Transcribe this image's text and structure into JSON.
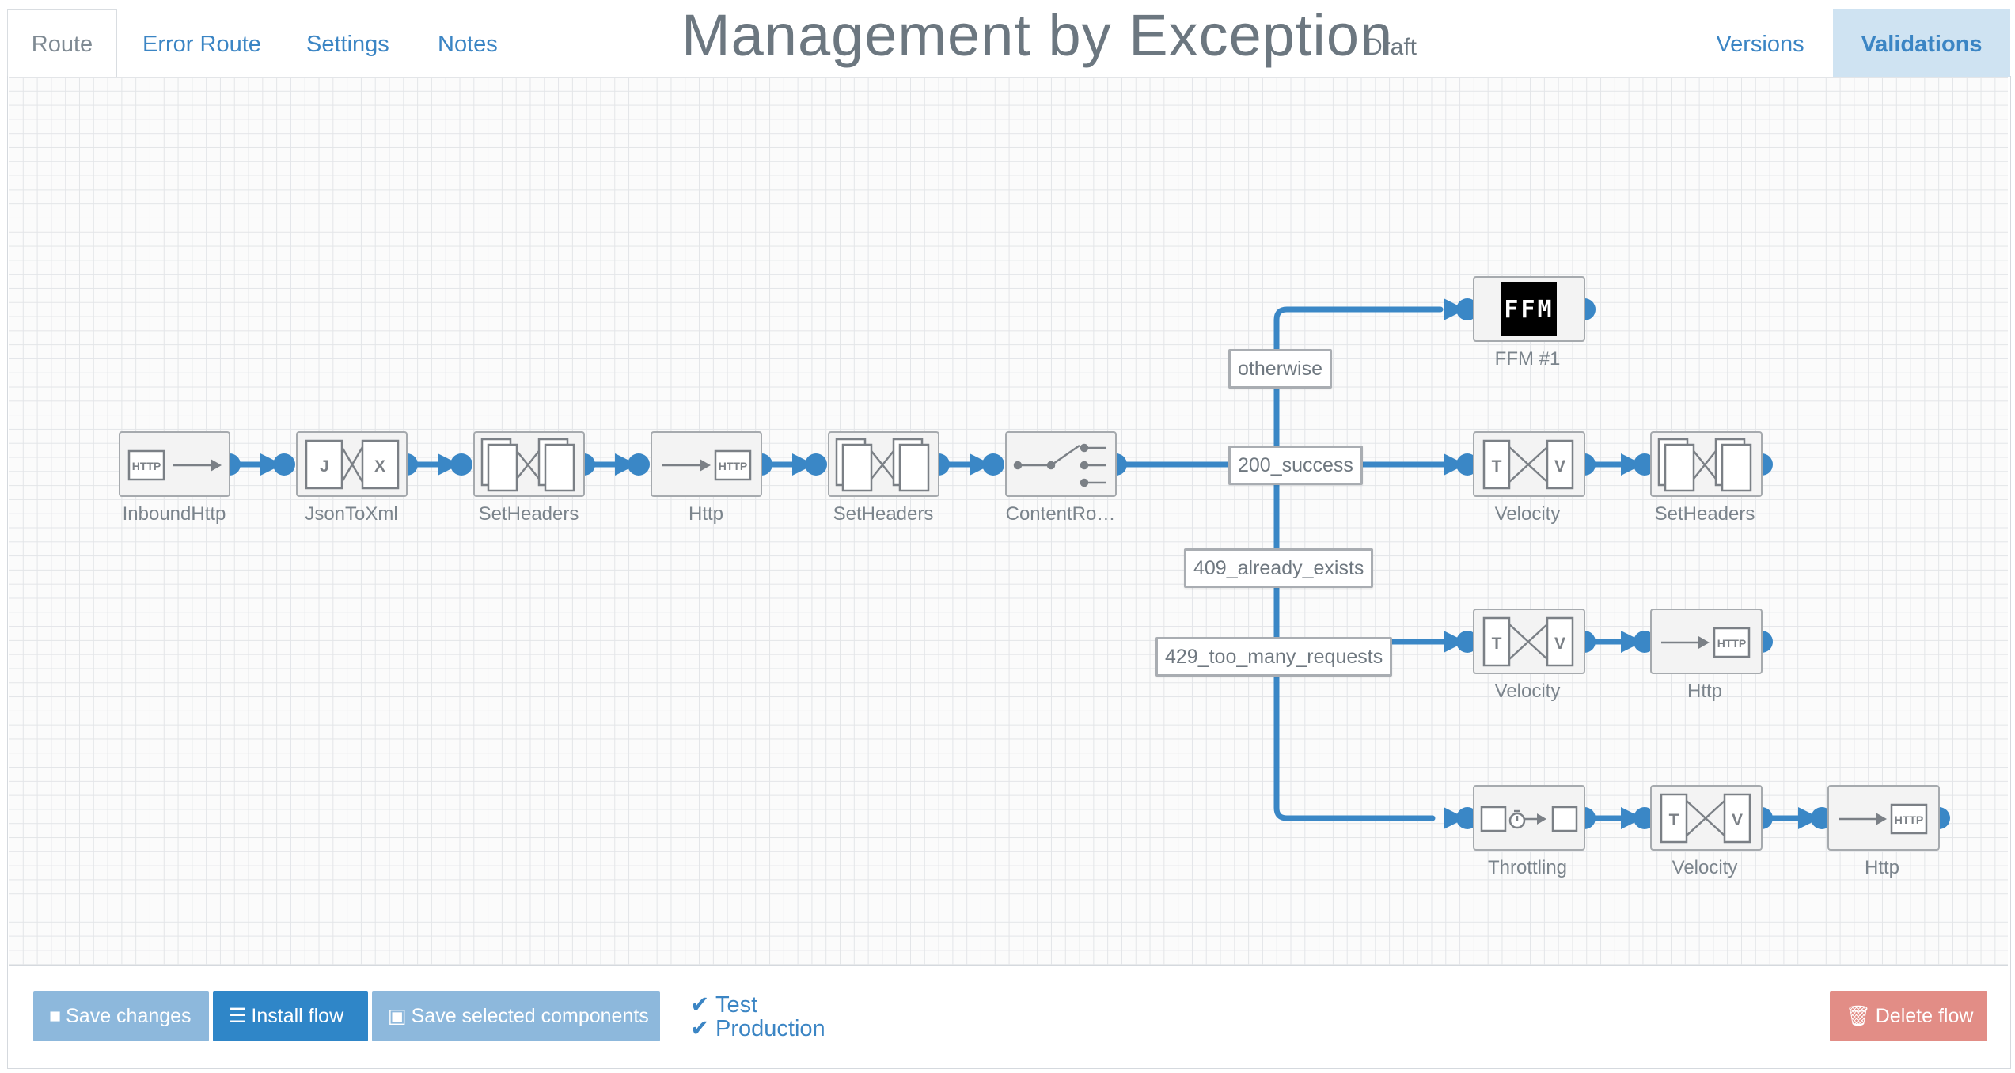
{
  "tabs": {
    "route": "Route",
    "error_route": "Error Route",
    "settings": "Settings",
    "notes": "Notes"
  },
  "header": {
    "title": "Management by Exception",
    "status": "Draft",
    "versions": "Versions",
    "validations": "Validations"
  },
  "nodes": {
    "inbound_http": "InboundHttp",
    "json_to_xml": "JsonToXml",
    "set_headers_1": "SetHeaders",
    "http_1": "Http",
    "set_headers_2": "SetHeaders",
    "content_router": "ContentRo…",
    "ffm": "FFM #1",
    "velocity_1": "Velocity",
    "set_headers_3": "SetHeaders",
    "velocity_2": "Velocity",
    "http_2": "Http",
    "throttling": "Throttling",
    "velocity_3": "Velocity",
    "http_3": "Http"
  },
  "icons": {
    "http_text": "HTTP",
    "json_letter": "J",
    "xml_letter": "X",
    "template_letter": "T",
    "velocity_letter": "V",
    "ffm_text": "FFM"
  },
  "routes": {
    "otherwise": "otherwise",
    "success": "200_success",
    "already_exists": "409_already_exists",
    "too_many": "429_too_many_requests"
  },
  "footer": {
    "save_changes": "Save changes",
    "install_flow": "Install flow",
    "save_selected": "Save selected components",
    "env_test": "Test",
    "env_production": "Production",
    "delete_flow": "Delete flow"
  },
  "colors": {
    "accent": "#3b85c4",
    "connector": "#3a87c6",
    "delete": "#e28d86"
  }
}
